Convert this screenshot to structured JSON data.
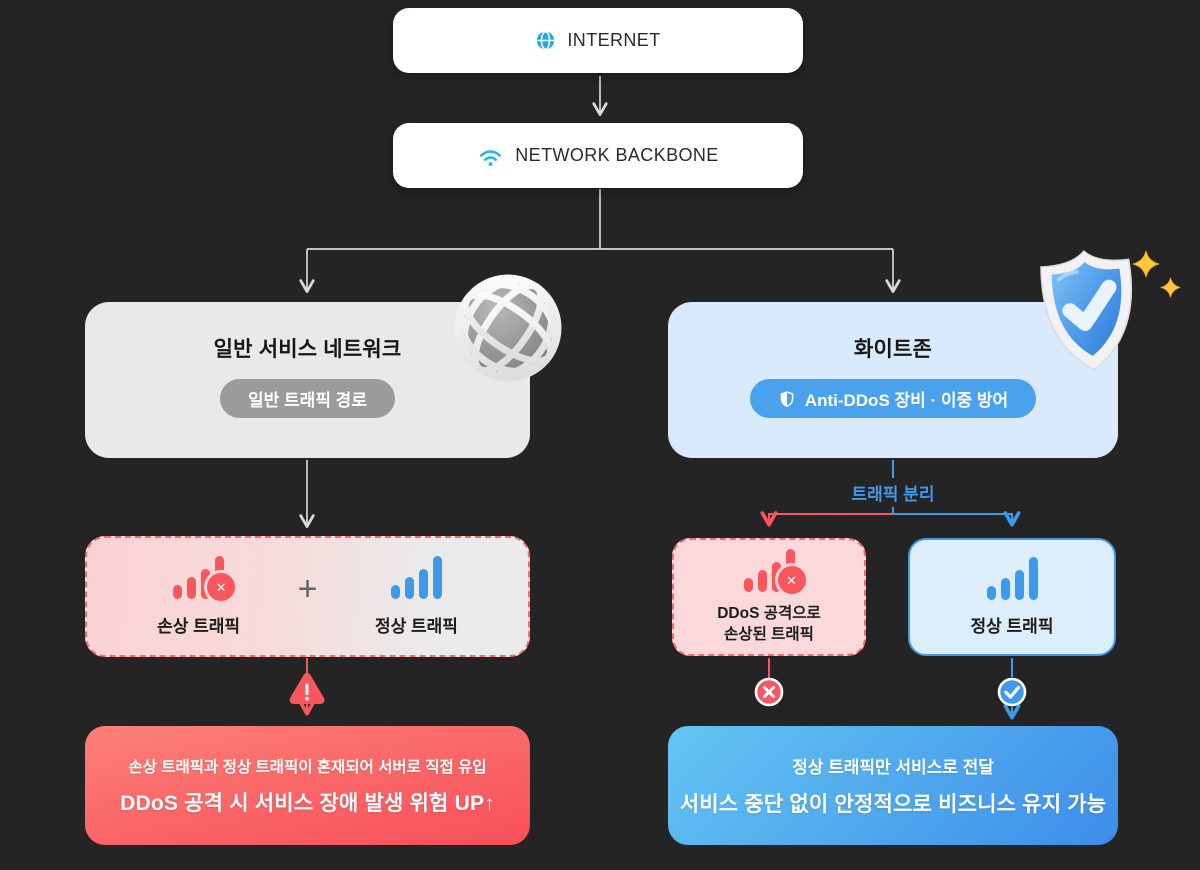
{
  "colors": {
    "background": "#242424",
    "accent_blue": "#3f9ae9",
    "accent_red": "#f8575e",
    "icon_cyan": "#21b5f5",
    "panel_gray": "#e9e9e9",
    "panel_blue": "#d8eafb",
    "pill_gray": "#9b9b9b",
    "pill_blue": "#4aa2ec"
  },
  "nodes": {
    "internet": {
      "label": "INTERNET",
      "icon": "globe-icon"
    },
    "backbone": {
      "label": "NETWORK BACKBONE",
      "icon": "wifi-icon"
    }
  },
  "left": {
    "title": "일반 서비스 네트워크",
    "badge": "일반 트래픽 경로",
    "decor_icon": "globe-3d-icon",
    "mixed": {
      "damaged_label": "손상 트래픽",
      "plus": "+",
      "normal_label": "정상 트래픽"
    },
    "result": {
      "line1": "손상 트래픽과 정상 트래픽이 혼재되어 서버로 직접 유입",
      "line2": "DDoS 공격 시 서비스 장애 발생 위험 UP↑"
    }
  },
  "right": {
    "title": "화이트존",
    "badge": "Anti-DDoS 장비 · 이중 방어",
    "badge_icon": "shield-icon",
    "decor_icon": "shield-check-3d-icon",
    "split_label": "트래픽 분리",
    "ddos": {
      "line1": "DDoS 공격으로",
      "line2": "손상된 트래픽"
    },
    "clean": {
      "label": "정상 트래픽"
    },
    "result": {
      "line1": "정상 트래픽만 서비스로 전달",
      "line2": "서비스 중단 없이 안정적으로 비즈니스 유지 가능"
    }
  },
  "symbols": {
    "cross": "✕"
  }
}
